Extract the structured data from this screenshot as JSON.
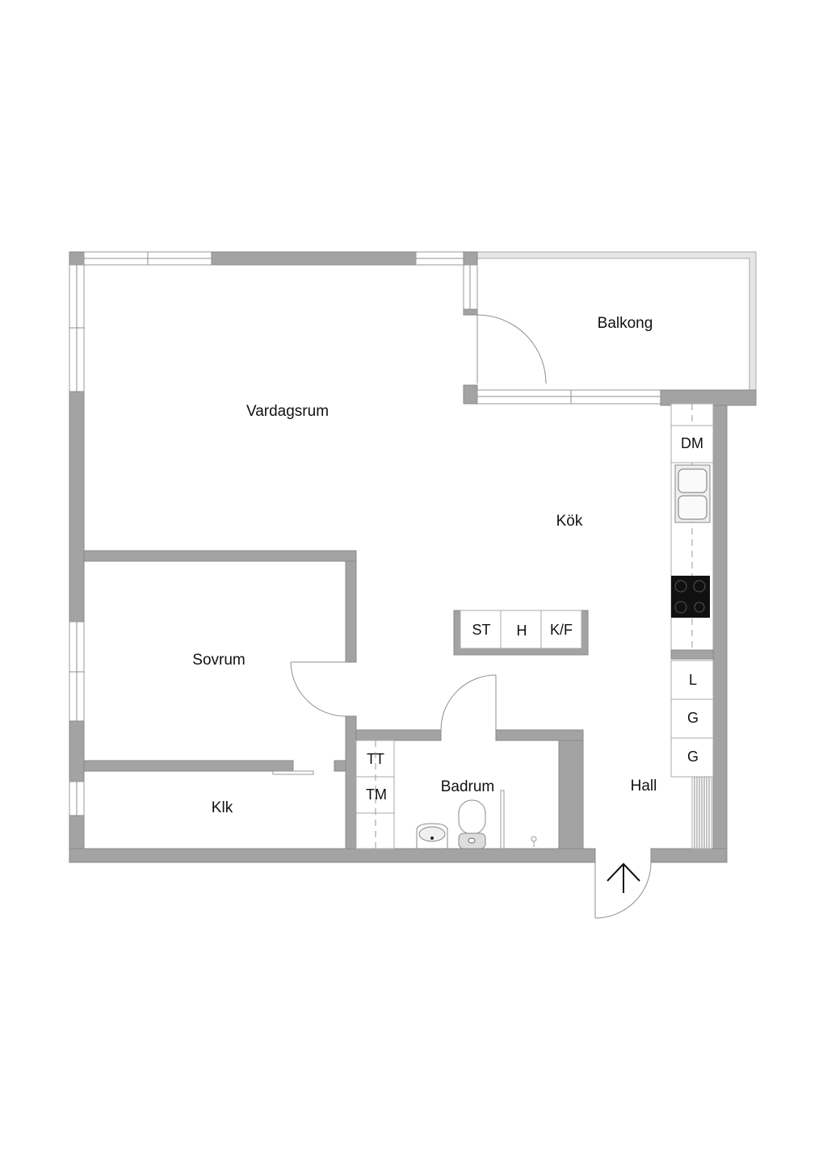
{
  "rooms": {
    "balcony": "Balkong",
    "living_room": "Vardagsrum",
    "kitchen": "Kök",
    "bedroom": "Sovrum",
    "closet": "Klk",
    "bathroom": "Badrum",
    "hall": "Hall"
  },
  "kitchen_counter": {
    "dishwasher": "DM"
  },
  "island": {
    "cells": [
      "ST",
      "H",
      "K/F"
    ]
  },
  "wardrobes": {
    "cells": [
      "L",
      "G",
      "G"
    ]
  },
  "bathroom_units": {
    "cells": [
      "TT",
      "TM"
    ]
  },
  "colors": {
    "wall": "#a3a3a3",
    "stove": "#111111"
  }
}
